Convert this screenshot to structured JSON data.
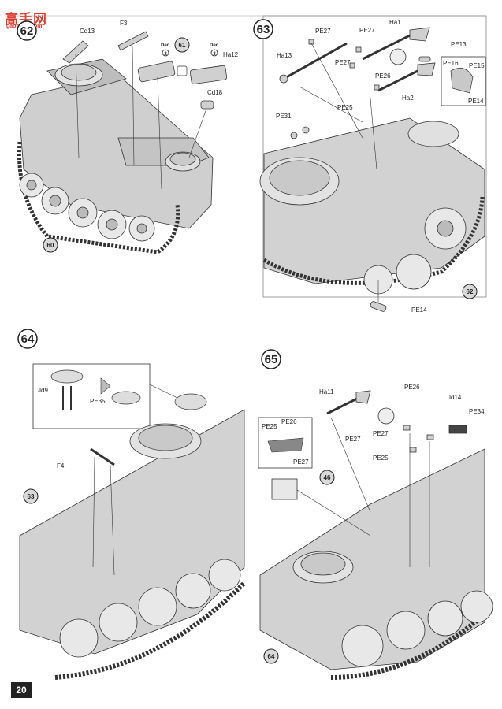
{
  "watermark": {
    "title": "高手网",
    "subtitle": "gaoshou.com"
  },
  "page_number": "20",
  "steps": {
    "s62": {
      "number": "62",
      "callouts": {
        "cd13": "Cd13",
        "f3": "F3",
        "ha12": "Ha12",
        "cd18": "Cd18",
        "dec_a": "Dec",
        "dec_b": "Dec",
        "dec_a_num": "2",
        "dec_b_num": "3"
      },
      "ref_61": "61",
      "ref_60": "60"
    },
    "s63": {
      "number": "63",
      "callouts": {
        "pe27a": "PE27",
        "pe27b": "PE27",
        "pe27c": "PE27",
        "ha1": "Ha1",
        "pe13": "PE13",
        "ha13": "Ha13",
        "pe16": "PE16",
        "pe15": "PE15",
        "pe14a": "PE14",
        "pe26": "PE26",
        "ha2": "Ha2",
        "pe25": "PE25",
        "pe31": "PE31",
        "pe14b": "PE14"
      },
      "ref_62": "62"
    },
    "s64": {
      "number": "64",
      "callouts": {
        "jd9": "Jd9",
        "pe35": "PE35",
        "f4": "F4"
      },
      "ref_63": "63"
    },
    "s65": {
      "number": "65",
      "callouts": {
        "ha11": "Ha11",
        "pe26a": "PE26",
        "jd14": "Jd14",
        "pe34": "PE34",
        "pe25a": "PE25",
        "pe26b": "PE26",
        "pe27a": "PE27",
        "pe27b": "PE27",
        "pe25b": "PE25"
      },
      "ref_46": "46",
      "ref_64": "64"
    }
  }
}
